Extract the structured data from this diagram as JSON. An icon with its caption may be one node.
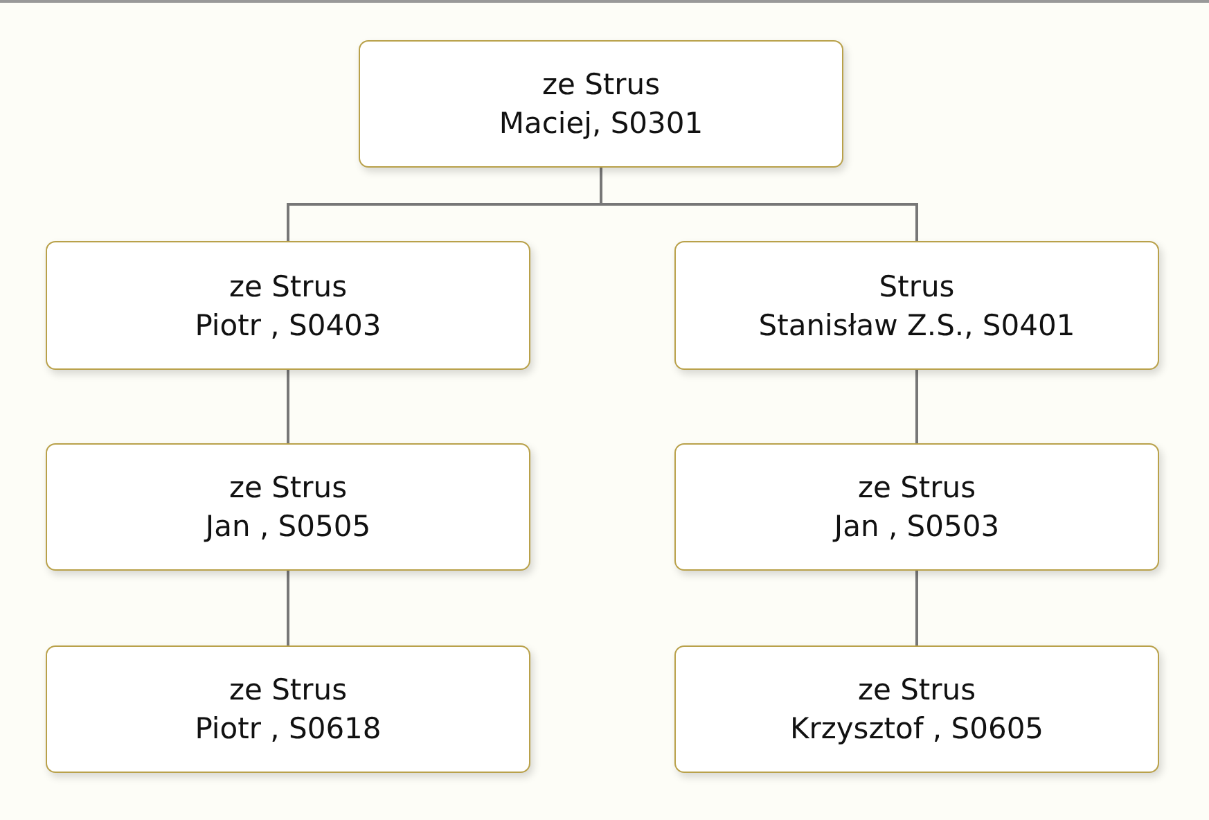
{
  "diagram": {
    "nodes": [
      {
        "text": [
          "ze Strus",
          "Maciej, S0301"
        ]
      },
      {
        "text": [
          "ze Strus",
          "Piotr , S0403"
        ]
      },
      {
        "text": [
          "Strus",
          "Stanisław Z.S., S0401"
        ]
      },
      {
        "text": [
          "ze Strus",
          "Jan , S0505"
        ]
      },
      {
        "text": [
          "ze Strus",
          "Jan , S0503"
        ]
      },
      {
        "text": [
          "ze Strus",
          "Piotr , S0618"
        ]
      },
      {
        "text": [
          "ze Strus",
          "Krzysztof , S0605"
        ]
      }
    ],
    "edges": [
      {
        "from": 0,
        "to": 1,
        "arrow": "none"
      },
      {
        "from": 0,
        "to": 2,
        "arrow": "none"
      },
      {
        "from": 1,
        "to": 3,
        "arrow": "none"
      },
      {
        "from": 2,
        "to": 4,
        "arrow": "none"
      },
      {
        "from": 3,
        "to": 5,
        "arrow": "none"
      },
      {
        "from": 4,
        "to": 6,
        "arrow": "none"
      }
    ]
  }
}
